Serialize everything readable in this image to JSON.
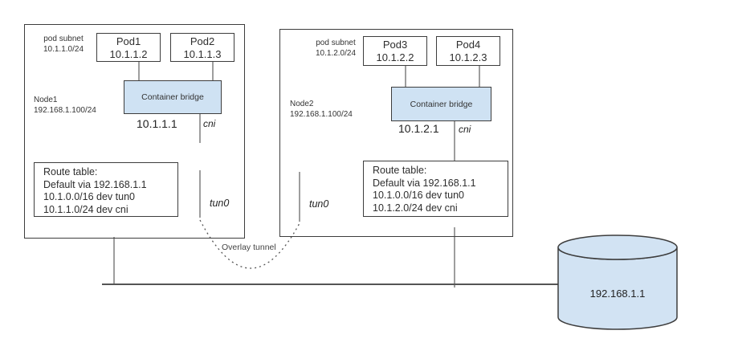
{
  "nodes": [
    {
      "subnet_label": "pod subnet",
      "subnet_cidr": "10.1.1.0/24",
      "name": "Node1",
      "ip": "192.168.1.100/24",
      "pods": [
        {
          "name": "Pod1",
          "ip": "10.1.1.2"
        },
        {
          "name": "Pod2",
          "ip": "10.1.1.3"
        }
      ],
      "bridge": {
        "label": "Container bridge",
        "ip": "10.1.1.1",
        "iface": "cni"
      },
      "tunnel_iface": "tun0",
      "route_table": {
        "title": "Route table:",
        "routes": [
          "Default via 192.168.1.1",
          "10.1.0.0/16 dev tun0",
          "10.1.1.0/24 dev cni"
        ]
      }
    },
    {
      "subnet_label": "pod subnet",
      "subnet_cidr": "10.1.2.0/24",
      "name": "Node2",
      "ip": "192.168.1.100/24",
      "pods": [
        {
          "name": "Pod3",
          "ip": "10.1.2.2"
        },
        {
          "name": "Pod4",
          "ip": "10.1.2.3"
        }
      ],
      "bridge": {
        "label": "Container bridge",
        "ip": "10.1.2.1",
        "iface": "cni"
      },
      "tunnel_iface": "tun0",
      "route_table": {
        "title": "Route table:",
        "routes": [
          "Default via 192.168.1.1",
          "10.1.0.0/16 dev tun0",
          "10.1.2.0/24 dev cni"
        ]
      }
    }
  ],
  "overlay_tunnel": {
    "label": "Overlay tunnel"
  },
  "gateway": {
    "ip": "192.168.1.1"
  },
  "colors": {
    "bridge_fill": "#cfe2f3",
    "gateway_fill": "#d2e3f3",
    "line": "#3d3d3d"
  }
}
